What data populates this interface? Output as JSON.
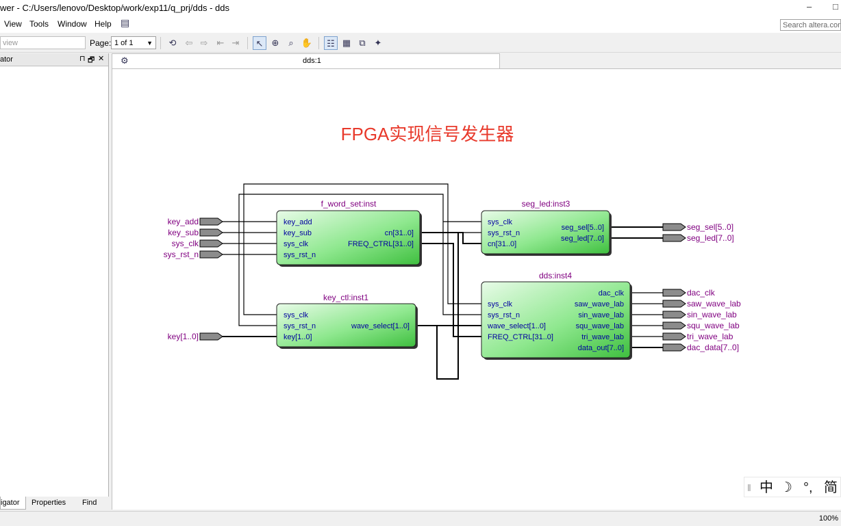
{
  "window": {
    "title": "wer - C:/Users/lenovo/Desktop/work/exp11/q_prj/dds - dds",
    "minimize": "–",
    "maximize": "□"
  },
  "menu": [
    {
      "label": "View"
    },
    {
      "label": "Tools"
    },
    {
      "label": "Window"
    },
    {
      "label": "Help"
    }
  ],
  "search": {
    "placeholder": "Search altera.com"
  },
  "toolbar": {
    "filter_placeholder": "view",
    "page_label": "Page:",
    "page_value": "1 of 1"
  },
  "navigator": {
    "title": "ator",
    "pin": "⊓",
    "float": "🗗",
    "close": "✕"
  },
  "bottom_tabs": [
    {
      "label": "igator"
    },
    {
      "label": "Properties"
    },
    {
      "label": "Find"
    }
  ],
  "document": {
    "tab": "dds:1"
  },
  "schematic": {
    "title": "FPGA实现信号发生器",
    "input_pins": [
      "key_add",
      "key_sub",
      "sys_clk",
      "sys_rst_n",
      "key[1..0]"
    ],
    "output_pins": [
      "seg_sel[5..0]",
      "seg_led[7..0]",
      "dac_clk",
      "saw_wave_lab",
      "sin_wave_lab",
      "squ_wave_lab",
      "tri_wave_lab",
      "dac_data[7..0]"
    ],
    "blocks": {
      "f_word_set": {
        "name": "f_word_set:inst",
        "inputs": [
          "key_add",
          "key_sub",
          "sys_clk",
          "sys_rst_n"
        ],
        "outputs": [
          "cn[31..0]",
          "FREQ_CTRL[31..0]"
        ]
      },
      "key_ctl": {
        "name": "key_ctl:inst1",
        "inputs": [
          "sys_clk",
          "sys_rst_n",
          "key[1..0]"
        ],
        "outputs": [
          "wave_select[1..0]"
        ]
      },
      "seg_led": {
        "name": "seg_led:inst3",
        "inputs": [
          "sys_clk",
          "sys_rst_n",
          "cn[31..0]"
        ],
        "outputs": [
          "seg_sel[5..0]",
          "seg_led[7..0]"
        ]
      },
      "dds": {
        "name": "dds:inst4",
        "inputs": [
          "sys_clk",
          "sys_rst_n",
          "wave_select[1..0]",
          "FREQ_CTRL[31..0]"
        ],
        "outputs": [
          "dac_clk",
          "saw_wave_lab",
          "sin_wave_lab",
          "squ_wave_lab",
          "tri_wave_lab",
          "data_out[7..0]"
        ]
      }
    }
  },
  "status": {
    "zoom": "100%"
  },
  "ime": {
    "mode": "中",
    "moon": "☽",
    "punct": "°,",
    "script": "简"
  },
  "colors": {
    "title_red": "#e8392b",
    "pin_label": "#800080",
    "port_label": "#0000a0",
    "block_fill": "#5cd65c"
  }
}
